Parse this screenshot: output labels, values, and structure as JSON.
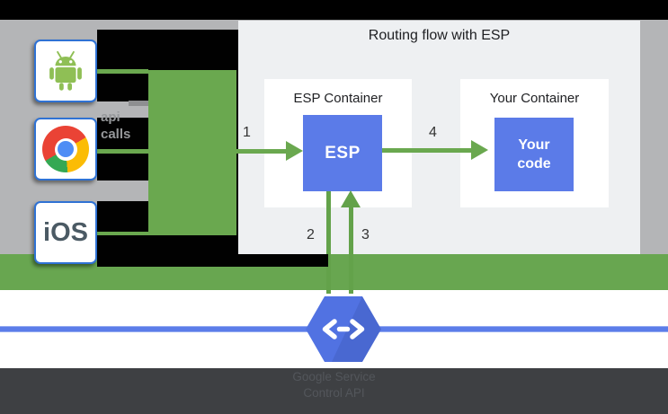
{
  "title": "Routing flow with ESP",
  "clients": {
    "ios_label": "iOS"
  },
  "api_calls_fragment": "api calls",
  "esp_container": {
    "title": "ESP Container",
    "box_label": "ESP"
  },
  "your_container": {
    "title": "Your Container",
    "box_label": "Your code"
  },
  "flow": {
    "step1": "1",
    "step2": "2",
    "step3": "3",
    "step4": "4"
  },
  "service": {
    "line1": "Google Service",
    "line2": "Control API"
  },
  "colors": {
    "green": "#6aa84f",
    "blue_box": "#5b7be8",
    "hexagon_blue": "#5172e2",
    "panel_gray": "#eef0f2",
    "backdrop_gray": "#b4b5b7",
    "bottom_bar": "#3e4043",
    "blue_line": "#5c7de9",
    "box_border_blue": "#2f72d4"
  }
}
